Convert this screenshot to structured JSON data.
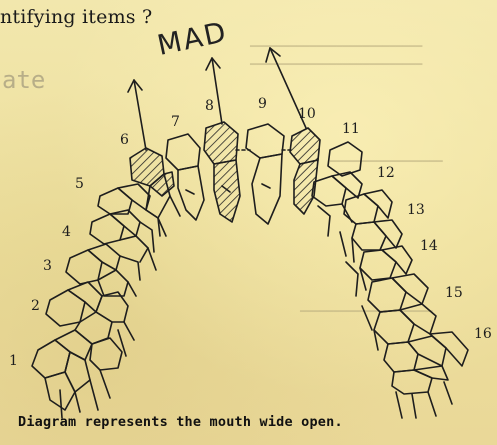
{
  "document": {
    "question_line": "ntifying items ?",
    "faint_label": "ate",
    "handwritten_note": "MAD",
    "caption": "Diagram represents the mouth wide open."
  },
  "diagram": {
    "tooth_numbers": [
      "1",
      "2",
      "3",
      "4",
      "5",
      "6",
      "7",
      "8",
      "9",
      "10",
      "11",
      "12",
      "13",
      "14",
      "15",
      "16"
    ],
    "arrows_on_teeth": [
      "6",
      "8",
      "10"
    ],
    "hatched_teeth": [
      "6",
      "8",
      "10"
    ]
  },
  "colors": {
    "paper": "#efe3a6",
    "ink": "#1a1a1a",
    "ghost_print": "#9a9278"
  }
}
